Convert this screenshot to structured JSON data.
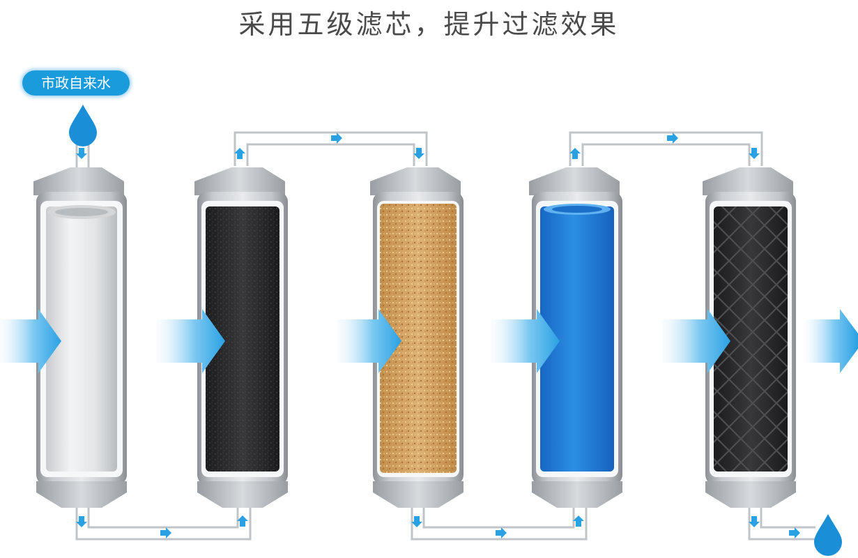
{
  "title": "采用五级滤芯，提升过滤效果",
  "source_label": "市政自来水",
  "colors": {
    "pipe": "#c0c4c8",
    "flow_blue": "#2aa1e3",
    "housing_gray": "#a9adb2",
    "badge_blue": "#1a9bdc"
  },
  "stages": [
    {
      "name": "white-pp-cotton",
      "color": "#e4e6e8"
    },
    {
      "name": "black-carbon-block",
      "color": "#2b2b2e"
    },
    {
      "name": "tan-granular-carbon",
      "color": "#d2a261"
    },
    {
      "name": "blue-membrane",
      "color": "#1f7fd6"
    },
    {
      "name": "black-mesh-carbon",
      "color": "#2a2a2c"
    }
  ],
  "icons": [
    "water-drop-icon",
    "flow-arrow-icon",
    "pipe-arrow-icon"
  ]
}
